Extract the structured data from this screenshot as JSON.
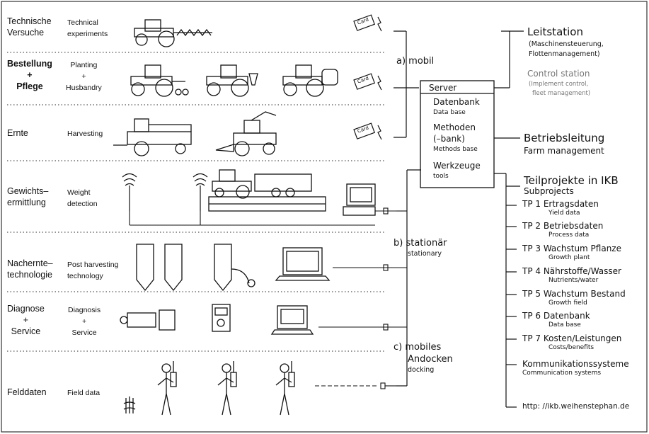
{
  "categories": [
    {
      "de": "Technische\nVersuche",
      "en": "Technical\nexperiments"
    },
    {
      "de": "Bestellung\n+\nPflege",
      "en": "Planting\n+\nHusbandry"
    },
    {
      "de": "Ernte",
      "en": "Harvesting"
    },
    {
      "de": "Gewichts–\nermittlung",
      "en": "Weight\ndetection"
    },
    {
      "de": "Nacherntе–\ntechnologie",
      "en": "Post harvesting\ntechnology"
    },
    {
      "de": "Diagnose\n+\nService",
      "en": "Diagnosis\n+\nService"
    },
    {
      "de": "Felddaten",
      "en": "Field data"
    }
  ],
  "card_label": "Card",
  "modes": {
    "mobil": "a) mobil",
    "stationaer": "b) stationär",
    "stationaer_en": "stationary",
    "mobiles_1": "c) mobiles",
    "mobiles_2": "Andocken",
    "mobiles_en": "docking"
  },
  "server": {
    "title": "Server",
    "datenbank": "Datenbank",
    "datenbank_en": "Data base",
    "methoden": "Methoden",
    "methoden_bank": "(–bank)",
    "methoden_en": "Methods base",
    "werkzeuge": "Werkzeuge",
    "werkzeuge_en": "tools"
  },
  "leitstation": {
    "title": "Leitstation",
    "sub1": "(Maschinensteuerung,",
    "sub2": "Flottenmanagement)",
    "en_title": "Control station",
    "en_sub1": "(Implement control,",
    "en_sub2": "fleet management)"
  },
  "betrieb": {
    "title": "Betriebsleitung",
    "en": "Farm management"
  },
  "teilprojekte": {
    "title": "Teilprojekte in IKB",
    "en": "Subprojects",
    "items": [
      {
        "de": "TP 1 Ertragsdaten",
        "en": "Yield data"
      },
      {
        "de": "TP 2 Betriebsdaten",
        "en": "Process data"
      },
      {
        "de": "TP 3 Wachstum Pflanze",
        "en": "Growth plant"
      },
      {
        "de": "TP 4 Nährstoffe/Wasser",
        "en": "Nutrients/water"
      },
      {
        "de": "TP 5 Wachstum Bestand",
        "en": "Growth field"
      },
      {
        "de": "TP 6 Datenbank",
        "en": "Data base"
      },
      {
        "de": "TP 7 Kosten/Leistungen",
        "en": "Costs/benefits"
      }
    ],
    "komm": "Kommunikationssysteme",
    "komm_en": "Communication systems",
    "url": "http: //ikb.weihenstephan.de"
  }
}
